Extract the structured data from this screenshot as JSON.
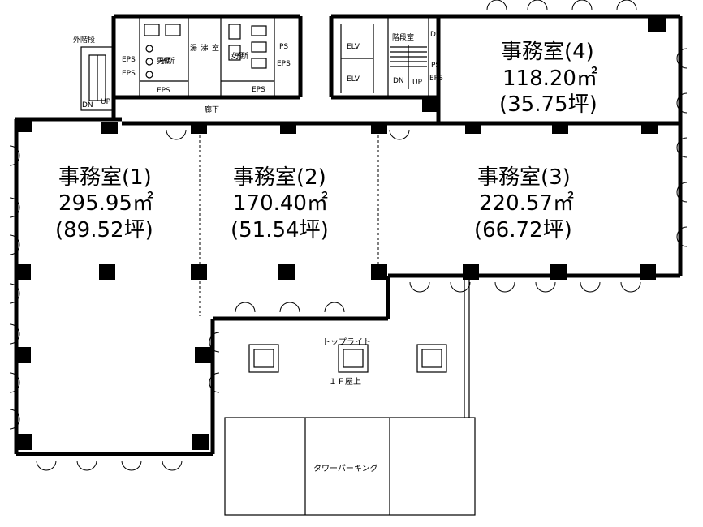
{
  "rooms": [
    {
      "name": "事務室(1)",
      "area": "295.95㎡",
      "tsubo": "(89.52坪)"
    },
    {
      "name": "事務室(2)",
      "area": "170.40㎡",
      "tsubo": "(51.54坪)"
    },
    {
      "name": "事務室(3)",
      "area": "220.57㎡",
      "tsubo": "(66.72坪)"
    },
    {
      "name": "事務室(4)",
      "area": "118.20㎡",
      "tsubo": "(35.75坪)"
    }
  ],
  "labels": {
    "outer_stairs": "外階段",
    "stairwell": "階段室",
    "kitchenette": "湯沸室",
    "mens_restroom": "男子便所",
    "womens_restroom": "女子便所",
    "corridor": "廊下",
    "toplight": "トップライト",
    "roof_1f": "１Ｆ屋上",
    "tower_parking": "タワーパーキング",
    "eps": "EPS",
    "ps": "PS",
    "ds": "DS",
    "elv": "ELV",
    "up": "UP",
    "dn": "DN"
  }
}
